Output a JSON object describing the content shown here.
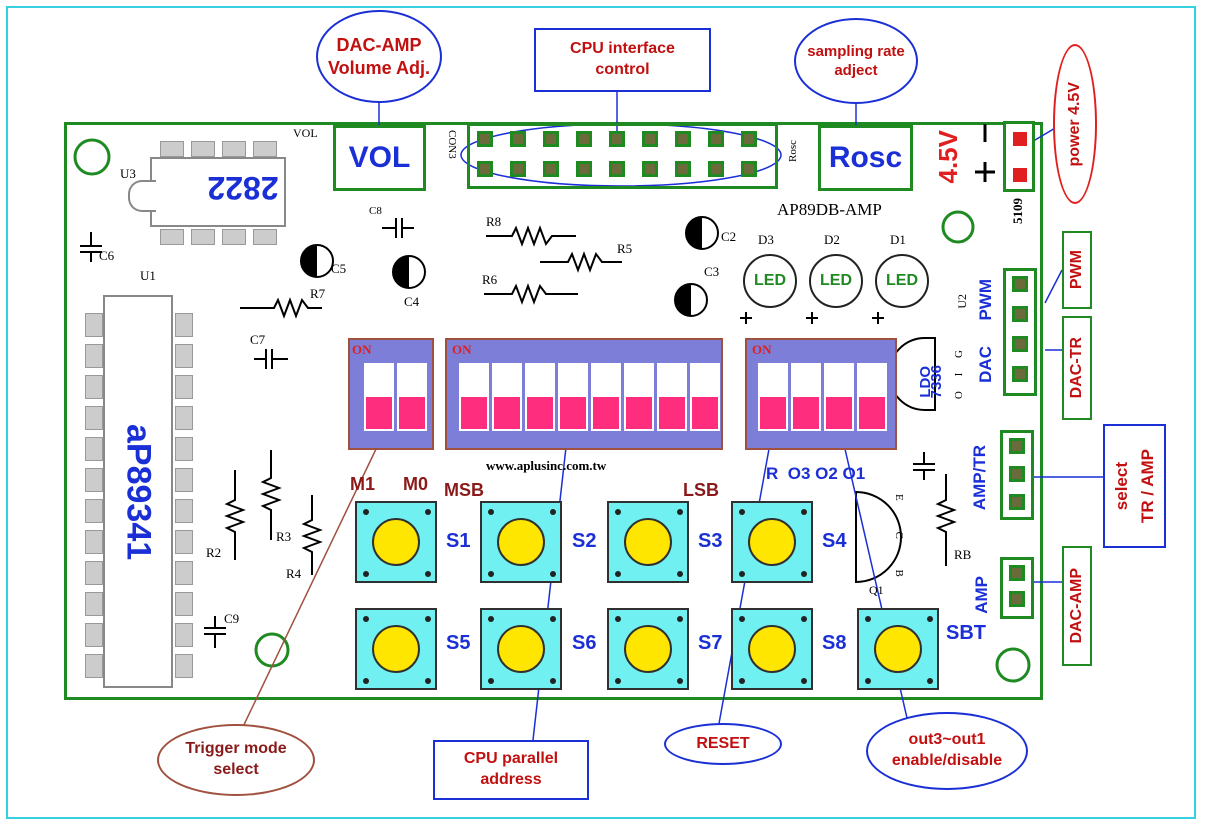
{
  "board": {
    "name": "AP89DB-AMP",
    "url": "www.aplusinc.com.tw",
    "vol_label": "VOL",
    "vol_tag": "VOL",
    "rosc_label": "Rosc",
    "rosc_tag": "Rosc",
    "conn_tag": "CON3",
    "voltage": "4.5V",
    "plus": "+",
    "minus": "—",
    "r_5109": "5109",
    "ldo_name": "LDO",
    "ldo_code": "7336",
    "ldo_pins": "O I G",
    "u2": "U2",
    "pwm": "PWM",
    "dac": "DAC",
    "amp_tr": "AMP/TR",
    "amp": "AMP"
  },
  "chips": {
    "u1_ref": "U1",
    "u1_name": "aP89341",
    "u3_ref": "U3",
    "u3_name": "2822"
  },
  "components": {
    "c2": "C2",
    "c3": "C3",
    "c4": "C4",
    "c5": "C5",
    "c6": "C6",
    "c7": "C7",
    "c8": "C8",
    "c9": "C9",
    "r2": "R2",
    "r3": "R3",
    "r4": "R4",
    "r5": "R5",
    "r6": "R6",
    "r7": "R7",
    "r8": "R8",
    "rb": "RB",
    "q1": "Q1",
    "q_pins": "E C B"
  },
  "leds": [
    {
      "ref": "D3",
      "label": "LED"
    },
    {
      "ref": "D2",
      "label": "LED"
    },
    {
      "ref": "D1",
      "label": "LED"
    }
  ],
  "dip": {
    "on": "ON",
    "m1": "M1",
    "m0": "M0",
    "msb": "MSB",
    "lsb": "LSB",
    "r_o3_o2_o1": "R  O3 O2 O1"
  },
  "buttons": [
    "S1",
    "S2",
    "S3",
    "S4",
    "S5",
    "S6",
    "S7",
    "S8",
    "SBT"
  ],
  "callouts": {
    "dac_amp_line1": "DAC-AMP",
    "dac_amp_line2": "Volume Adj.",
    "cpu_if_line1": "CPU interface",
    "cpu_if_line2": "control",
    "sampling_line1": "sampling rate",
    "sampling_line2": "adject",
    "power": "power 4.5V",
    "pwm": "PWM",
    "dac_tr": "DAC-TR",
    "tr_amp_line1": "TR / AMP",
    "tr_amp_line2": "select",
    "dac_amp": "DAC-AMP",
    "trigger_line1": "Trigger mode",
    "trigger_line2": "select",
    "cpu_par_line1": "CPU parallel",
    "cpu_par_line2": "address",
    "reset": "RESET",
    "out_line1": "out3~out1",
    "out_line2": "enable/disable"
  },
  "colors": {
    "board_outline": "#1f8a22",
    "frame": "#37d0e0",
    "callout_text": "#c21010",
    "callout_border": "#1a2fd6",
    "dip_body": "#7d7ed8",
    "dip_switch": "#ff2d7e",
    "button_body": "#70f0f0",
    "button_knob": "#ffe600"
  }
}
